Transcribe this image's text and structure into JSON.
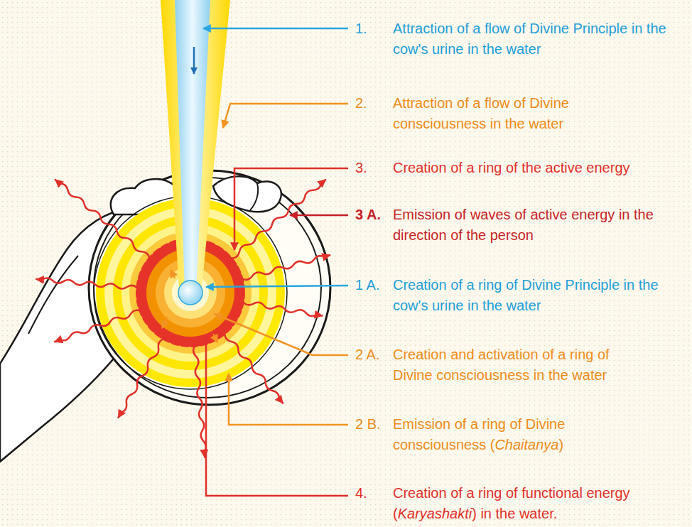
{
  "diagram": {
    "labels": [
      "1.",
      "Attraction of a flow of Divine Principle in the cow's urine in the water",
      "2.",
      "Attraction of a flow of Divine consciousness in the water",
      "3.",
      "Creation of a ring of the active energy",
      "3 A.",
      "Emission of waves of active energy in the direction of the person",
      "1 A.",
      "Creation of a ring of Divine Principle in the cow's urine in the water",
      "2 A.",
      "Creation and activation of a ring of Divine consciousness in the water",
      "2 B.",
      "Emission of a ring of Divine consciousness (Chaitanya)",
      "4.",
      "Creation of a ring of functional energy (Karyashakti) in the water."
    ]
  }
}
